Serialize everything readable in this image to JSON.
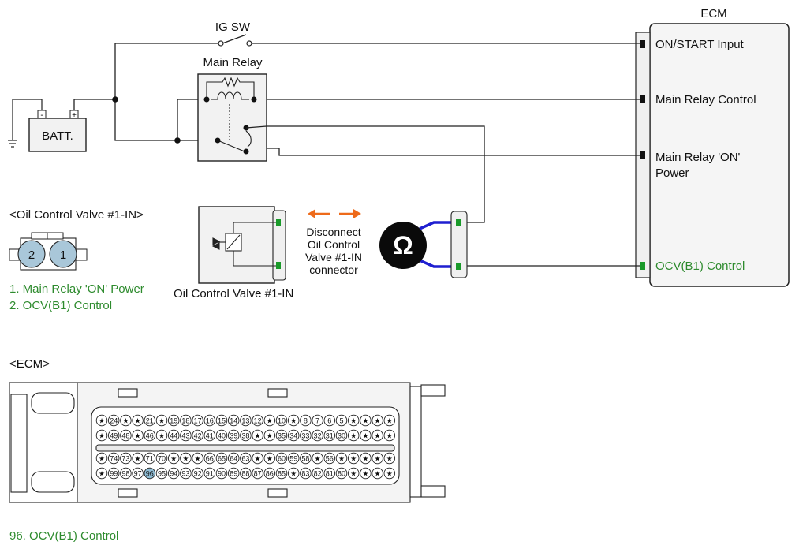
{
  "labels": {
    "ecm_title": "ECM",
    "ig_sw": "IG SW",
    "main_relay": "Main Relay",
    "battery": "BATT.",
    "batt_minus": "-",
    "batt_plus": "+",
    "on_start_input": "ON/START Input",
    "main_relay_control": "Main Relay Control",
    "main_relay_on_power_line1": "Main Relay 'ON'",
    "main_relay_on_power_line2": "Power",
    "ocv_control": "OCV(B1) Control",
    "valve_component": "Oil Control Valve #1-IN",
    "disconnect_lines": [
      "Disconnect",
      "Oil Control",
      "Valve #1-IN",
      "connector"
    ],
    "ohm_symbol": "Ω"
  },
  "connector_view": {
    "title": "<Oil Control Valve #1-IN>",
    "pins": [
      "2",
      "1"
    ],
    "legend": [
      "1. Main Relay 'ON' Power",
      "2. OCV(B1) Control"
    ]
  },
  "ecm_connector": {
    "title": "<ECM>",
    "legend": "96. OCV(B1) Control",
    "highlight_pin": "96",
    "rows": [
      [
        "★",
        "24",
        "★",
        "★",
        "21",
        "★",
        "19",
        "18",
        "17",
        "16",
        "15",
        "14",
        "13",
        "12",
        "★",
        "10",
        "★",
        "8",
        "7",
        "6",
        "5",
        "★",
        "★",
        "★",
        "★"
      ],
      [
        "★",
        "49",
        "48",
        "★",
        "46",
        "★",
        "44",
        "43",
        "42",
        "41",
        "40",
        "39",
        "38",
        "★",
        "★",
        "35",
        "34",
        "33",
        "32",
        "31",
        "30",
        "★",
        "★",
        "★",
        "★"
      ],
      [
        "★",
        "74",
        "73",
        "★",
        "71",
        "70",
        "★",
        "★",
        "★",
        "66",
        "65",
        "64",
        "63",
        "★",
        "★",
        "60",
        "59",
        "58",
        "★",
        "56",
        "★",
        "★",
        "★",
        "★",
        "★"
      ],
      [
        "★",
        "99",
        "98",
        "97",
        "96",
        "95",
        "94",
        "93",
        "92",
        "91",
        "90",
        "89",
        "88",
        "87",
        "86",
        "85",
        "★",
        "83",
        "82",
        "81",
        "80",
        "★",
        "★",
        "★",
        "★"
      ]
    ]
  },
  "colors": {
    "wire": "#222222",
    "green_label": "#2e8b2e",
    "pin_terminal": "#1a9a2a",
    "meter_leads": "#1f1fd0",
    "arrows": "#ee6a1a",
    "highlight_pin": "#8fbcd4",
    "connector_body": "#a9c7d9"
  },
  "icons": [
    "ground-icon",
    "ohmmeter-icon",
    "solenoid-icon",
    "switch-icon",
    "relay-coil-icon"
  ]
}
